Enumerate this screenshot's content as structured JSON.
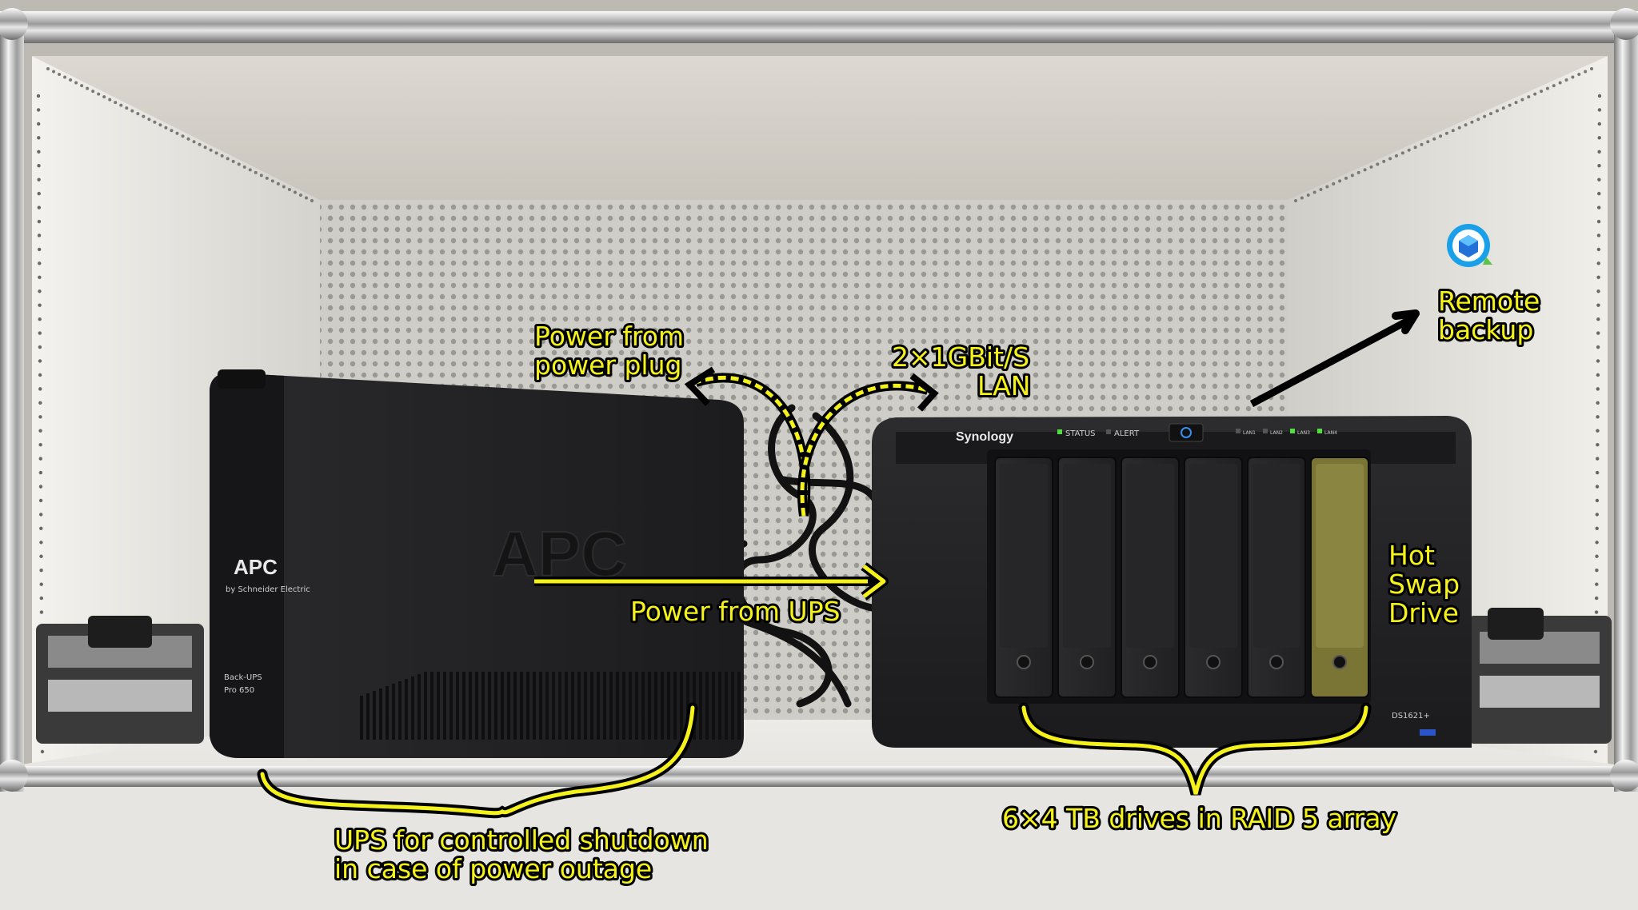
{
  "annotations": {
    "power_from_plug": [
      "Power from",
      "power plug"
    ],
    "lan": [
      "2×1GBit/S",
      "LAN"
    ],
    "remote_backup": [
      "Remote",
      "backup"
    ],
    "power_from_ups": "Power from UPS",
    "hot_swap": [
      "Hot",
      "Swap",
      "Drive"
    ],
    "ups_caption": [
      "UPS for controlled shutdown",
      "in case of power outage"
    ],
    "drives_caption": "6×4 TB drives in RAID 5 array"
  },
  "ups": {
    "brand": "APC",
    "subtext": "by Schneider Electric",
    "model": [
      "Back-UPS",
      "Pro 650"
    ]
  },
  "nas": {
    "brand": "Synology",
    "model": "DS1621+",
    "indicators": [
      "STATUS",
      "ALERT"
    ],
    "lan_ports": [
      "LAN1",
      "LAN2",
      "LAN3",
      "LAN4"
    ]
  },
  "colors": {
    "annotation": "#f4f21a",
    "hot_swap_drive": "#7a7535",
    "cabinet_interior": "#e9e7e2"
  },
  "icons": {
    "remote_backup": "cloud-sync-icon"
  }
}
